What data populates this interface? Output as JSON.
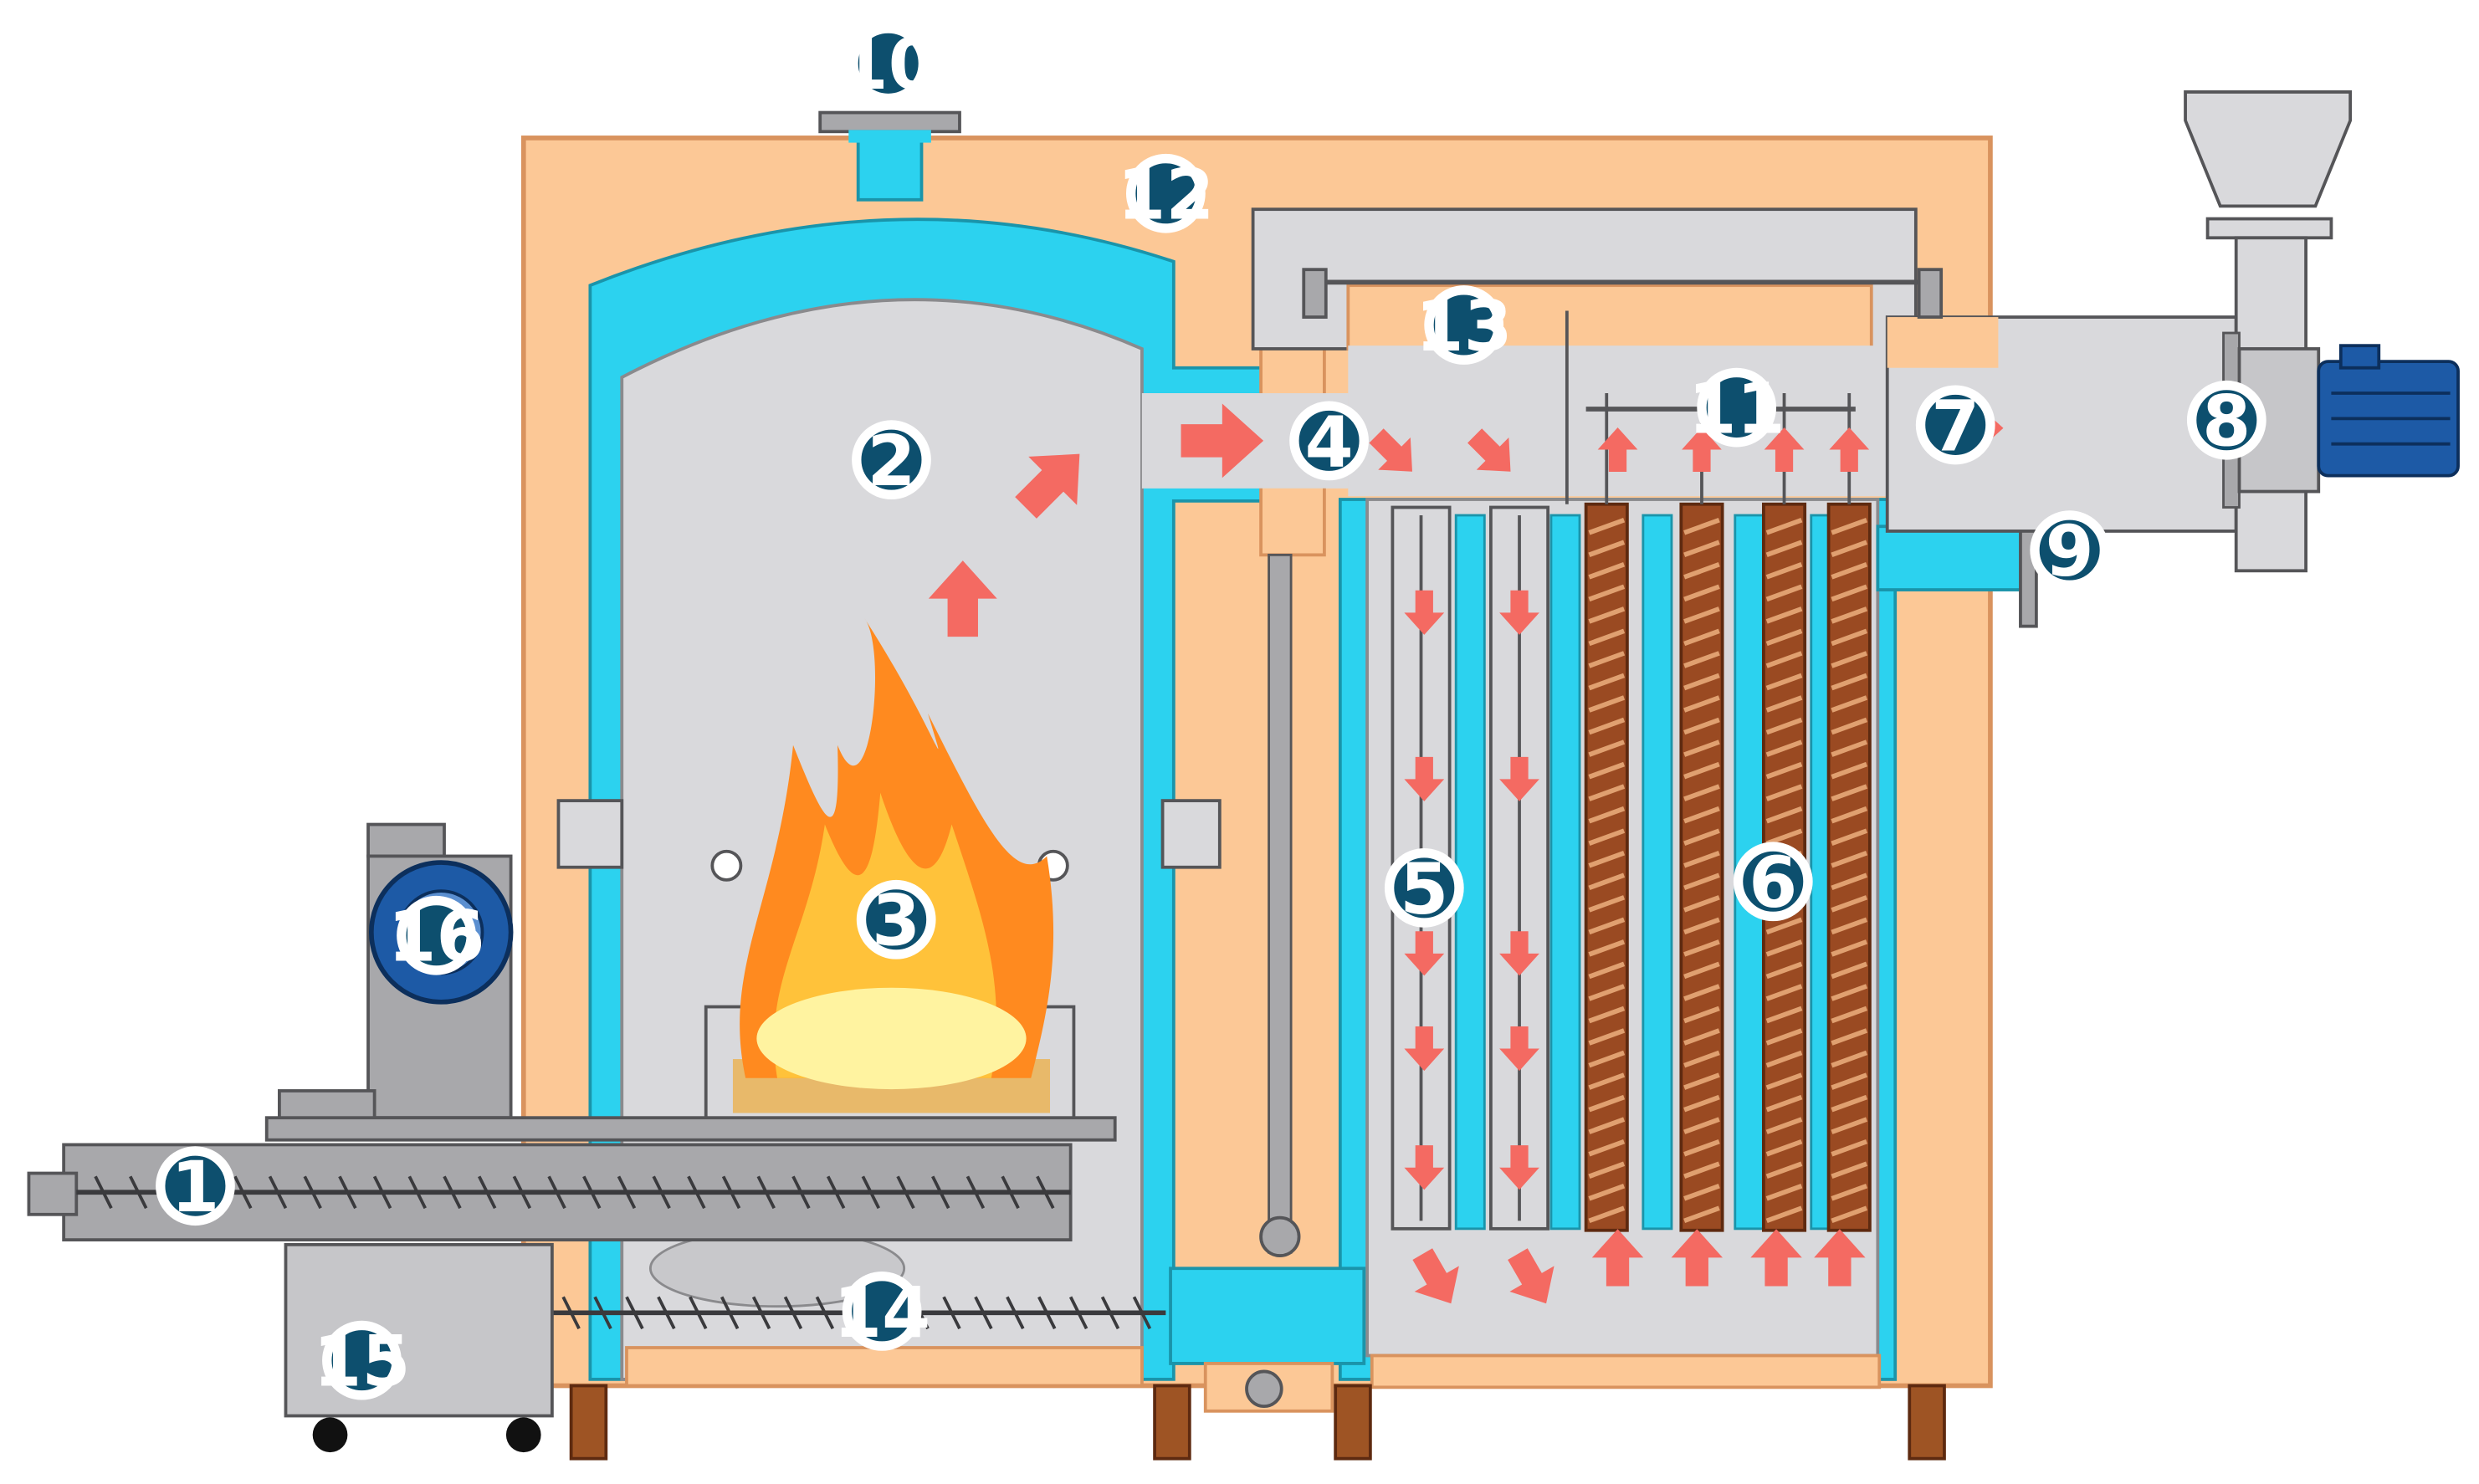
{
  "colors": {
    "insulation": "#fcc896",
    "insulation_stroke": "#d9935e",
    "water": "#2cd2ef",
    "chamber": "#d9d9dc",
    "steel": "#a8a8ab",
    "steel_dark": "#555558",
    "arrow": "#f46a62",
    "badge": "#0d4f6e",
    "motor": "#1d5aa6",
    "tube": "#9a4a22",
    "flame": "#ff8a1f",
    "leg": "#9e5424"
  },
  "labels": [
    {
      "id": "1",
      "text": "1"
    },
    {
      "id": "2",
      "text": "2"
    },
    {
      "id": "3",
      "text": "3"
    },
    {
      "id": "4",
      "text": "4"
    },
    {
      "id": "5",
      "text": "5"
    },
    {
      "id": "6",
      "text": "6"
    },
    {
      "id": "7",
      "text": "7"
    },
    {
      "id": "8",
      "text": "8"
    },
    {
      "id": "9",
      "text": "9"
    },
    {
      "id": "10",
      "text": "10"
    },
    {
      "id": "11",
      "text": "11"
    },
    {
      "id": "12",
      "text": "12"
    },
    {
      "id": "13",
      "text": "13"
    },
    {
      "id": "14",
      "text": "14"
    },
    {
      "id": "15",
      "text": "15"
    },
    {
      "id": "16",
      "text": "16"
    }
  ]
}
